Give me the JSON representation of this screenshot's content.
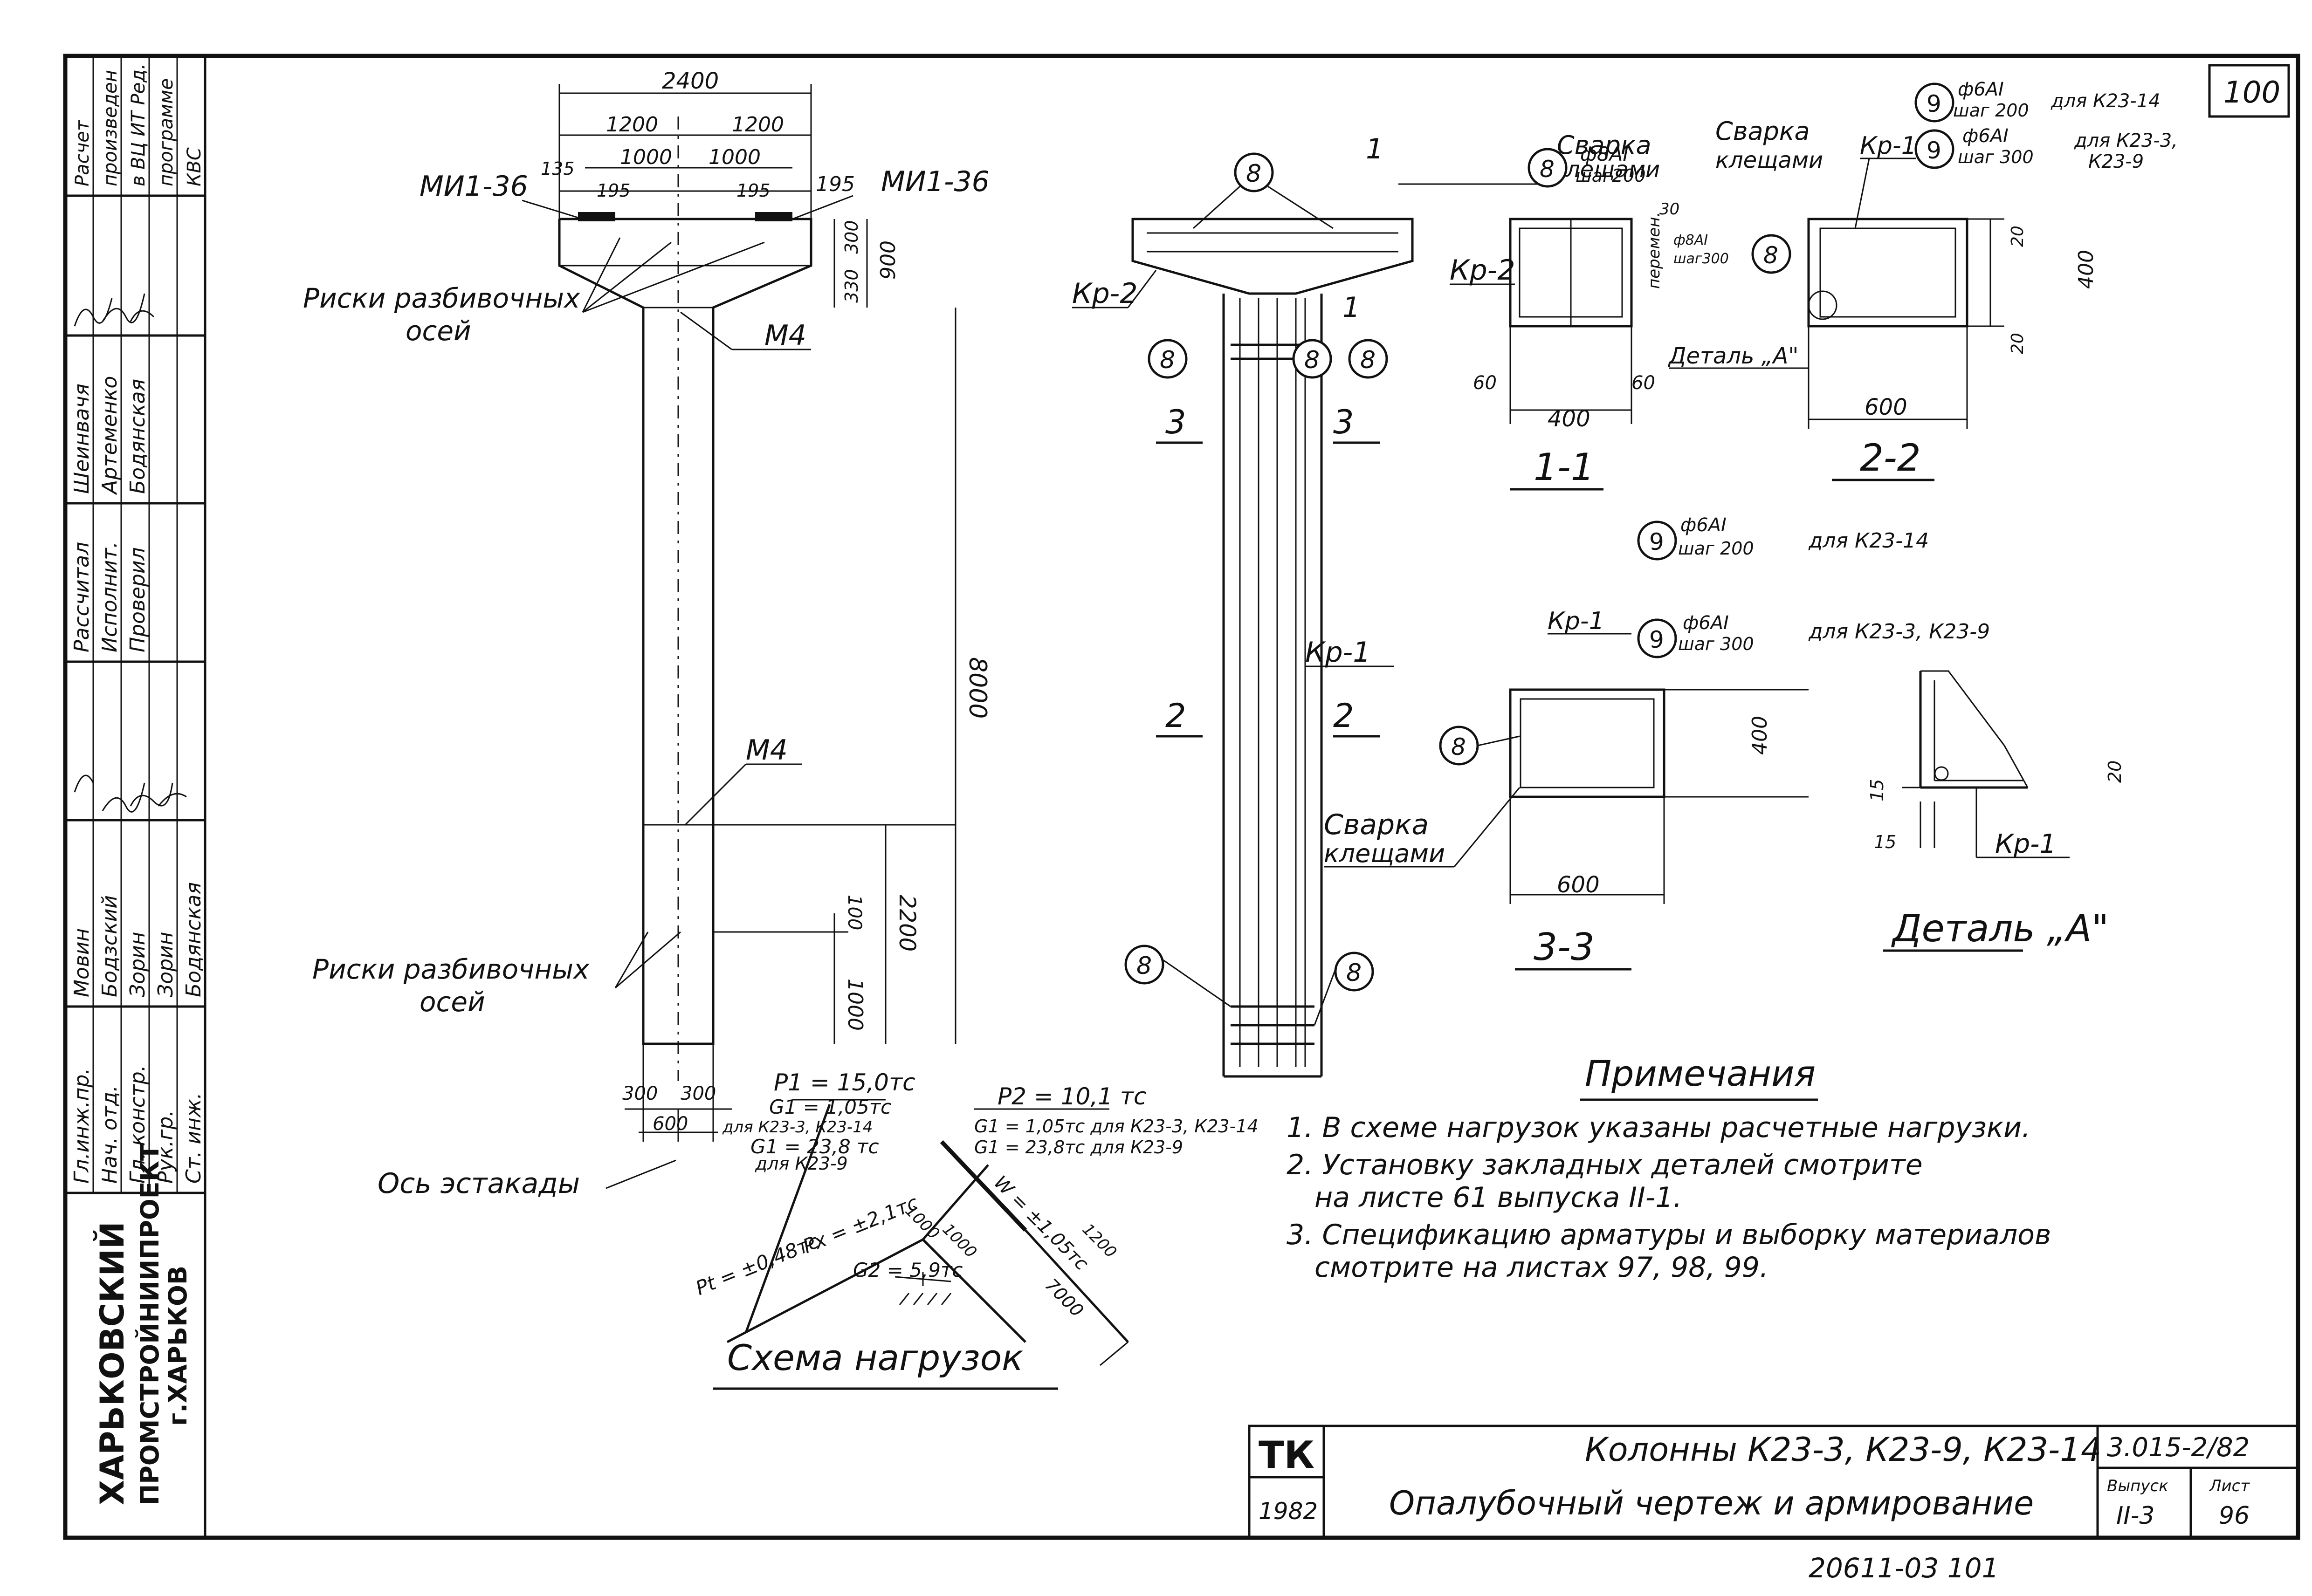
{
  "side_stamp": {
    "org": [
      "ХАРЬКОВСКИЙ",
      "ПРОМСТРОЙНИИПРОЕКТ",
      "г.ХАРЬКОВ"
    ],
    "roles": [
      "Гл.инж.пр.",
      "Нач. отд.",
      "Гл. констр.",
      "Рук.гр.",
      "Ст. инж."
    ],
    "names": [
      "Мовин",
      "Бодзский",
      "Зорин",
      "Зорин",
      "Бодянская"
    ],
    "roles2": [
      "Рассчитал",
      "Исполнит.",
      "Проверил"
    ],
    "names2": [
      "Шеинвачя",
      "Артеменко",
      "Бодянская"
    ],
    "calc_note": [
      "Расчет",
      "произведен",
      "в ВЦ ИТ Ред.",
      "программе",
      "КВС"
    ]
  },
  "sheet_number_top": "100",
  "column": {
    "dim_total": "2400",
    "dim_half_left": "1200",
    "dim_half_right": "1200",
    "dim_inner_left": "1000",
    "dim_inner_right": "1000",
    "dim_195_a": "195",
    "dim_195_b": "195",
    "dim_195_c": "195",
    "dim_135": "135",
    "dim_300": "300",
    "dim_330": "330",
    "dim_900": "900",
    "dim_8000": "8000",
    "dim_2200": "2200",
    "dim_1000": "1000",
    "dim_100": "100",
    "dim_300_l": "300",
    "dim_300_r": "300",
    "dim_600": "600",
    "label_mi_left": "МИ1-36",
    "label_mi_right": "МИ1-36",
    "label_m4_top": "М4",
    "label_m4_mid": "М4",
    "label_risks_top": "Риски разбивочных",
    "label_axes_top": "осей",
    "label_risks_bot": "Риски разбивочных",
    "label_axes_bot": "осей",
    "label_axis": "Ось эстакады"
  },
  "rebar": {
    "kr2": "Кр-2",
    "kr1": "Кр-1",
    "mark8": "8",
    "sec3": "3",
    "sec2": "2",
    "sec1": "1"
  },
  "section11": {
    "weld1": "Сварка",
    "weld2": "клещами",
    "bar": "ф8АI",
    "step": "шаг200",
    "var": "перемен.",
    "bar2": "ф8АI",
    "step2": "шаг300",
    "kr2": "Кр-2",
    "detail": "Деталь „А\"",
    "d60a": "60",
    "d60b": "60",
    "d30": "30",
    "d400": "400",
    "title": "1-1"
  },
  "section22": {
    "bar_top": "ф6АI",
    "step_top": "шаг 200",
    "for_top": "для К23-14",
    "bar2": "ф6АI",
    "step2": "шаг 300",
    "for2a": "для К23-3,",
    "for2b": "К23-9",
    "weld1": "Сварка",
    "weld2": "клещами",
    "kr1": "Кр-1",
    "d20a": "20",
    "d400": "400",
    "d20b": "20",
    "d600": "600",
    "title": "2-2"
  },
  "section33": {
    "bar1": "ф6АI",
    "step1": "шаг 200",
    "for1": "для К23-14",
    "kr1": "Кр-1",
    "bar2": "ф6АI",
    "step2": "шаг 300",
    "for2": "для К23-3, К23-9",
    "weld1": "Сварка",
    "weld2": "клещами",
    "d400": "400",
    "d600": "600",
    "title": "3-3"
  },
  "detailA": {
    "d15a": "15",
    "d15b": "15",
    "d20": "20",
    "kr1": "Кр-1",
    "title": "Деталь „А\""
  },
  "loads": {
    "p1": "P1 = 15,0тс",
    "g1a": "G1 = 1,05тс",
    "g1a_for": "для К23-3, К23-14",
    "g1b": "G1 = 23,8 тс",
    "g1b_for": "для К23-9",
    "p2": "P2 = 10,1 тс",
    "g2a": "G1 = 1,05тс для К23-3, К23-14",
    "g2b": "G1 = 23,8тс для К23-9",
    "pt": "Pt = ±0,48тс",
    "px": "Px = ±2,1тс",
    "w": "W = ±1,05тс",
    "g2": "G2 = 5,9тс",
    "d1000a": "1000",
    "d1000b": "1000",
    "d1200": "1200",
    "d7000": "7000",
    "title": "Схема нагрузок"
  },
  "notes": {
    "title": "Примечания",
    "n1": "1. В схеме нагрузок указаны расчетные нагрузки.",
    "n2a": "2. Установку закладных деталей смотрите",
    "n2b": "на листе 61 выпуска II-1.",
    "n3a": "3. Спецификацию арматуры и выборку материалов",
    "n3b": "смотрите на листах 97, 98, 99."
  },
  "title_block": {
    "tk": "ТК",
    "year": "1982",
    "line1": "Колонны К23-3, К23-9, К23-14",
    "line2": "Опалубочный чертеж и армирование",
    "code": "3.015-2/82",
    "issue_label": "Выпуск",
    "issue": "II-3",
    "sheet_label": "Лист",
    "sheet": "96"
  },
  "bottom_code": "20611-03   101"
}
